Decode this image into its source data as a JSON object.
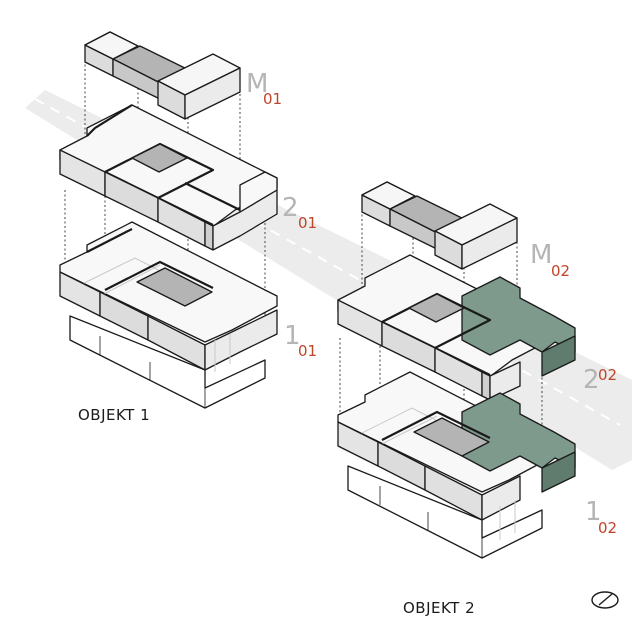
{
  "objects": [
    {
      "label": "OBJEKT 1"
    },
    {
      "label": "OBJEKT 2"
    }
  ],
  "floor_labels": {
    "o1_m": {
      "main": "M",
      "sub": "01"
    },
    "o1_2": {
      "main": "2",
      "sub": "01"
    },
    "o1_1": {
      "main": "1",
      "sub": "01"
    },
    "o2_m": {
      "main": "M",
      "sub": "02"
    },
    "o2_2": {
      "main": "2",
      "sub": "02"
    },
    "o2_1": {
      "main": "1",
      "sub": "02"
    }
  },
  "icons": {
    "compass": "north-compass-icon"
  },
  "colors": {
    "highlight_green": "#7d9a8c",
    "gray_core": "#b4b4b4",
    "light_face": "#ebebeb",
    "mid_face": "#dadada",
    "road": "#ebebeb",
    "label_red": "#c0442a",
    "label_gray": "#b5b5b5"
  }
}
